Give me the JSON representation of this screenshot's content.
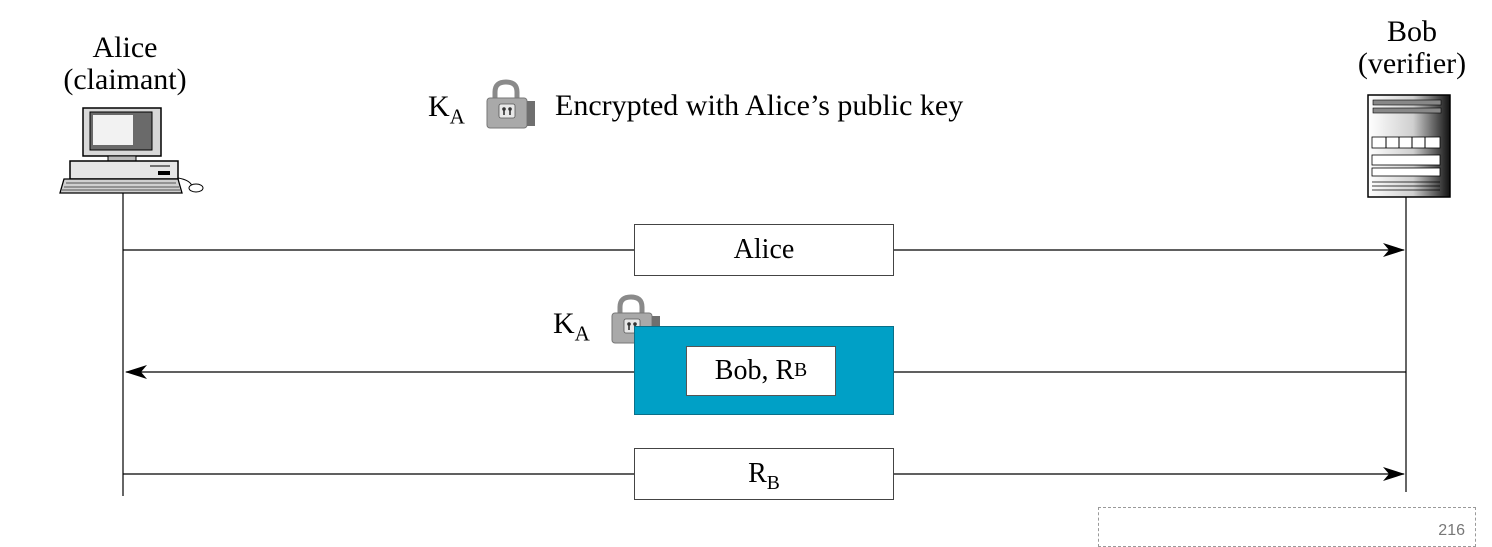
{
  "participants": {
    "alice": {
      "name": "Alice",
      "role": "(claimant)"
    },
    "bob": {
      "name": "Bob",
      "role": "(verifier)"
    }
  },
  "legend": {
    "key_main": "K",
    "key_sub": "A",
    "description": "Encrypted with Alice’s public key",
    "icon": "padlock-icon"
  },
  "messages": [
    {
      "label": "Alice",
      "direction": "alice-to-bob"
    },
    {
      "key_main": "K",
      "key_sub": "A",
      "label_main": "Bob, R",
      "label_sub": "B",
      "direction": "bob-to-alice",
      "encrypted": true
    },
    {
      "label_main": "R",
      "label_sub": "B",
      "direction": "alice-to-bob"
    }
  ],
  "colors": {
    "encrypted_fill": "#00a0c6",
    "line": "#000000"
  },
  "page_number": "216"
}
